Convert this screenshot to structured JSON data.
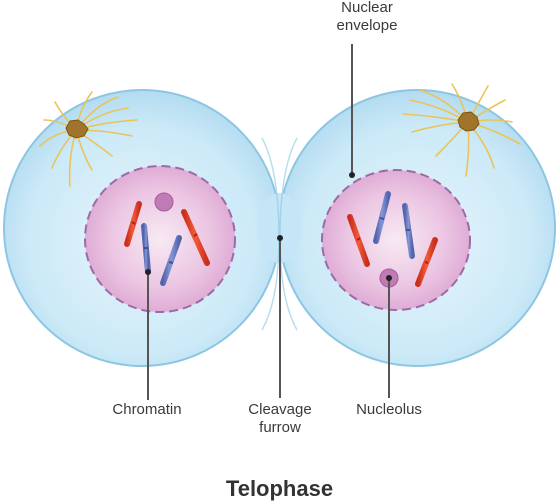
{
  "title": "Telophase",
  "labels": {
    "nuclear_envelope": [
      "Nuclear",
      "envelope"
    ],
    "chromatin": "Chromatin",
    "cleavage_furrow": [
      "Cleavage",
      "furrow"
    ],
    "nucleolus": "Nucleolus"
  },
  "colors": {
    "cytoplasm": "#bfe3f4",
    "cell_outline": "#8cc6e2",
    "nucleus": "#e6b3dc",
    "nucleus_border": "#9c6aa8",
    "chromosome_red": "#e8452b",
    "chromosome_blue": "#6b7fc4",
    "centrosome": "#a0742a",
    "spindle": "#e9c45a",
    "pointer": "#555555"
  },
  "icons": [
    "centrosome-icon",
    "spindle-fibers-icon",
    "chromosome-icon",
    "nucleolus-icon"
  ]
}
